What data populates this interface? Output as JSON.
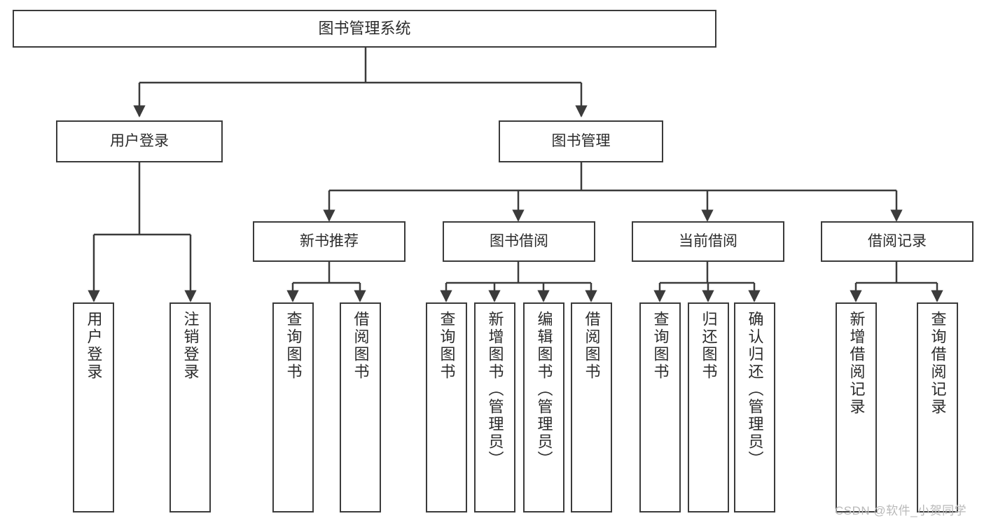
{
  "diagram": {
    "title": "图书管理系统",
    "type": "functional-decomposition-tree",
    "colors": {
      "stroke": "#3b3b3b",
      "fill": "#ffffff",
      "text": "#2b2b2b",
      "watermark": "#b9b9b9"
    },
    "root": {
      "label": "图书管理系统"
    },
    "level2": [
      {
        "label": "用户登录"
      },
      {
        "label": "图书管理"
      }
    ],
    "level3": [
      {
        "label": "新书推荐"
      },
      {
        "label": "图书借阅"
      },
      {
        "label": "当前借阅"
      },
      {
        "label": "借阅记录"
      }
    ],
    "leaves": {
      "user_login": [
        {
          "label": "用户登录"
        },
        {
          "label": "注销登录"
        }
      ],
      "new_book_recommend": [
        {
          "label": "查询图书"
        },
        {
          "label": "借阅图书"
        }
      ],
      "book_borrow": [
        {
          "label": "查询图书"
        },
        {
          "label": "新增图书（管理员）"
        },
        {
          "label": "编辑图书（管理员）"
        },
        {
          "label": "借阅图书"
        }
      ],
      "current_borrow": [
        {
          "label": "查询图书"
        },
        {
          "label": "归还图书"
        },
        {
          "label": "确认归还（管理员）"
        }
      ],
      "borrow_record": [
        {
          "label": "新增借阅记录"
        },
        {
          "label": "查询借阅记录"
        }
      ]
    }
  },
  "watermark": {
    "text": "CSDN @软件_小贺同学"
  }
}
